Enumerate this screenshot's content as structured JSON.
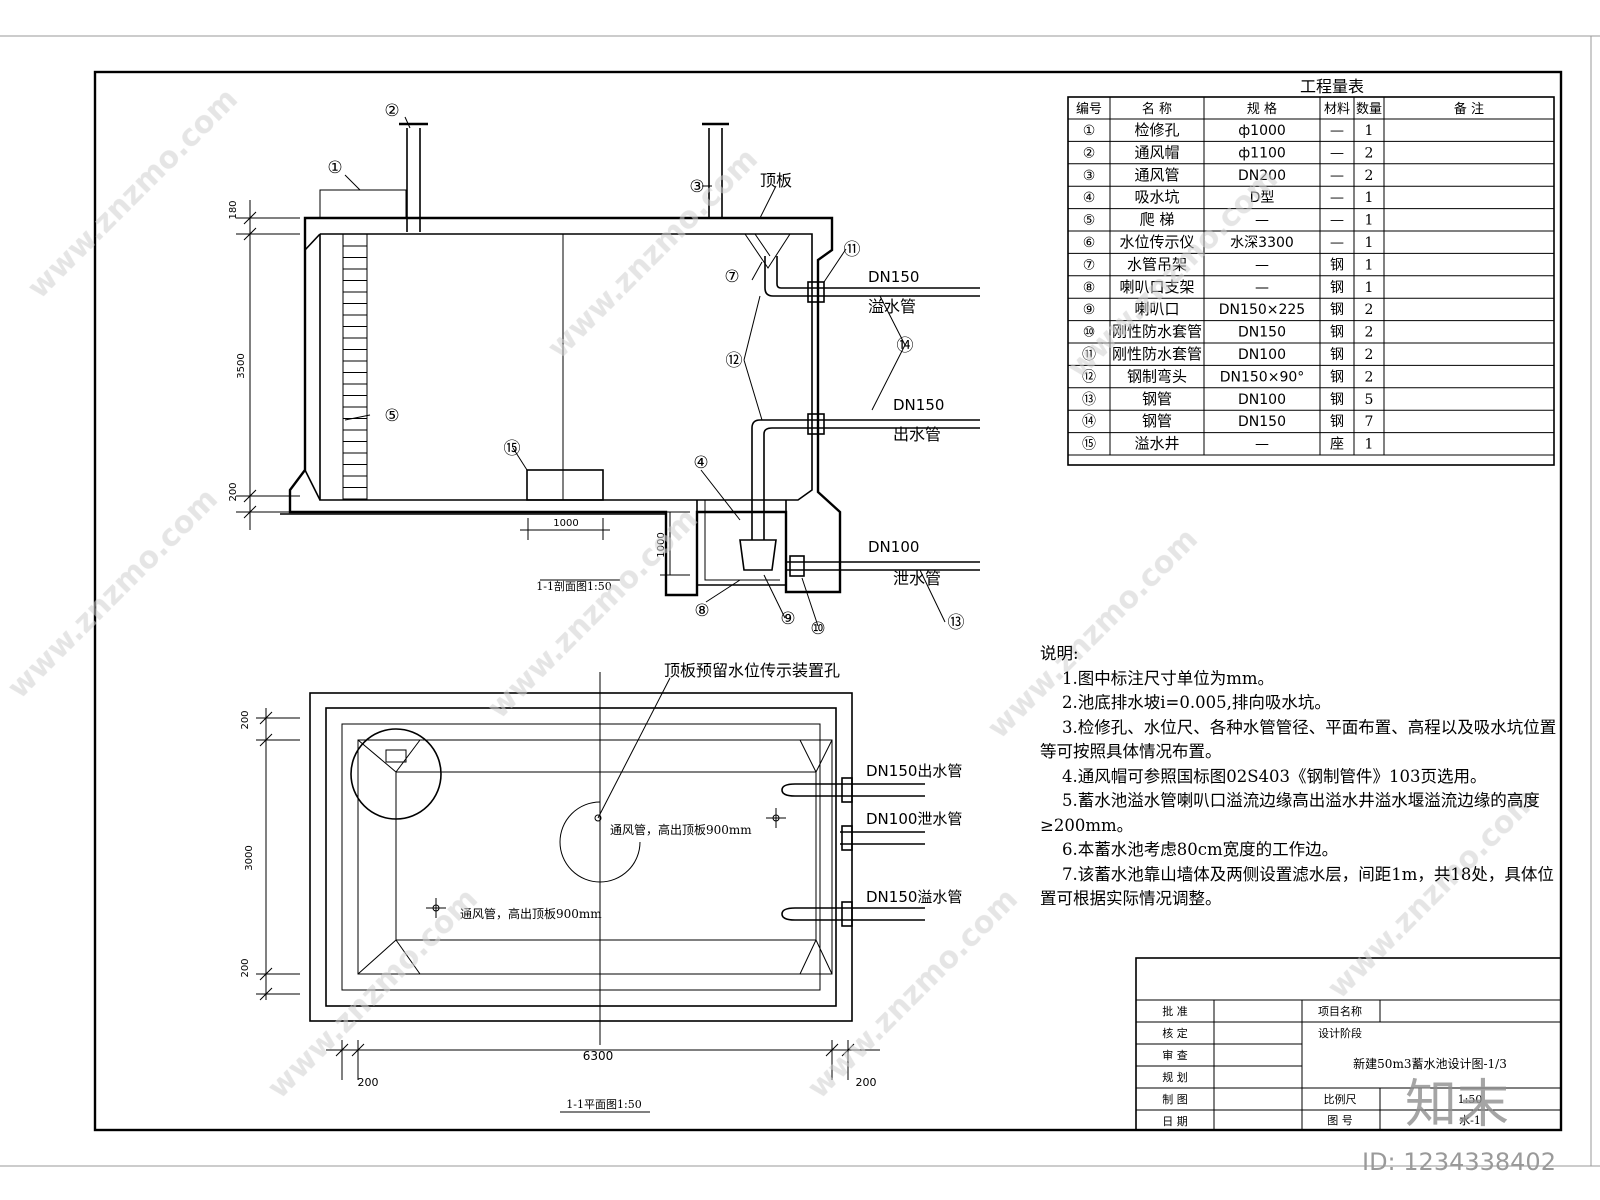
{
  "quantities_table": {
    "title": "工程量表",
    "headers": [
      "编号",
      "名 称",
      "规 格",
      "材料",
      "数量",
      "备 注"
    ],
    "rows": [
      [
        "①",
        "检修孔",
        "ф1000",
        "—",
        "1",
        ""
      ],
      [
        "②",
        "通风帽",
        "ф1100",
        "—",
        "2",
        ""
      ],
      [
        "③",
        "通风管",
        "DN200",
        "—",
        "2",
        ""
      ],
      [
        "④",
        "吸水坑",
        "D型",
        "—",
        "1",
        ""
      ],
      [
        "⑤",
        "爬 梯",
        "—",
        "—",
        "1",
        ""
      ],
      [
        "⑥",
        "水位传示仪",
        "水深3300",
        "—",
        "1",
        ""
      ],
      [
        "⑦",
        "水管吊架",
        "—",
        "钢",
        "1",
        ""
      ],
      [
        "⑧",
        "喇叭口支架",
        "—",
        "钢",
        "1",
        ""
      ],
      [
        "⑨",
        "喇叭口",
        "DN150×225",
        "钢",
        "2",
        ""
      ],
      [
        "⑩",
        "刚性防水套管",
        "DN150",
        "钢",
        "2",
        ""
      ],
      [
        "⑪",
        "刚性防水套管",
        "DN100",
        "钢",
        "2",
        ""
      ],
      [
        "⑫",
        "钢制弯头",
        "DN150×90°",
        "钢",
        "2",
        ""
      ],
      [
        "⑬",
        "钢管",
        "DN100",
        "钢",
        "5",
        ""
      ],
      [
        "⑭",
        "钢管",
        "DN150",
        "钢",
        "7",
        ""
      ],
      [
        "⑮",
        "溢水井",
        "—",
        "座",
        "1",
        ""
      ]
    ]
  },
  "section": {
    "title": "1-1剖面图1:50",
    "roof_label": "顶板",
    "callouts": [
      "①",
      "②",
      "③",
      "④",
      "⑤",
      "⑦",
      "⑧",
      "⑨",
      "⑩",
      "⑪",
      "⑫",
      "⑭",
      "⑮",
      "⑬"
    ],
    "pipes": [
      {
        "size": "DN150",
        "name": "溢水管"
      },
      {
        "size": "DN150",
        "name": "出水管"
      },
      {
        "size": "DN100",
        "name": "泄水管"
      }
    ],
    "dims": {
      "top": "180",
      "height": "3500",
      "bottom": "200",
      "pit_width": "1000",
      "pit_depth": "1000"
    }
  },
  "plan": {
    "title": "1-1平面图1:50",
    "roof_hole_label": "顶板预留水位传示装置孔",
    "vent1_label": "通风管，高出顶板900mm",
    "vent2_label": "通风管，高出顶板900mm",
    "pipes": [
      "DN150出水管",
      "DN100泄水管",
      "DN150溢水管"
    ],
    "dims": {
      "top": "200",
      "height": "3000",
      "bottom": "200",
      "width": "6300",
      "left": "200",
      "right": "200"
    }
  },
  "notes": {
    "heading": "说明:",
    "lines": [
      "1.图中标注尺寸单位为mm。",
      "2.池底排水坡i=0.005,排向吸水坑。",
      "3.检修孔、水位尺、各种水管管径、平面布置、高程以及吸水坑位置等可按照具体情况布置。",
      "4.通风帽可参照国标图02S403《钢制管件》103页选用。",
      "5.蓄水池溢水管喇叭口溢流边缘高出溢水井溢水堰溢流边缘的高度≥200mm。",
      "6.本蓄水池考虑80cm宽度的工作边。",
      "7.该蓄水池靠山墙体及两侧设置滤水层，间距1m，共18处，具体位置可根据实际情况调整。"
    ]
  },
  "title_block": {
    "rows": [
      "批 准",
      "核 定",
      "审 查",
      "规 划",
      "制 图",
      "日 期"
    ],
    "project_name_label": "项目名称",
    "stage_label": "设计阶段",
    "drawing_title": "新建50m3蓄水池设计图-1/3",
    "scale_label": "比例尺",
    "scale_value": "1:50",
    "number_label": "图 号",
    "number_value": "水-1"
  },
  "watermark": {
    "site": "www.znzmo.com",
    "logo": "知末",
    "id": "ID: 1234338402"
  }
}
